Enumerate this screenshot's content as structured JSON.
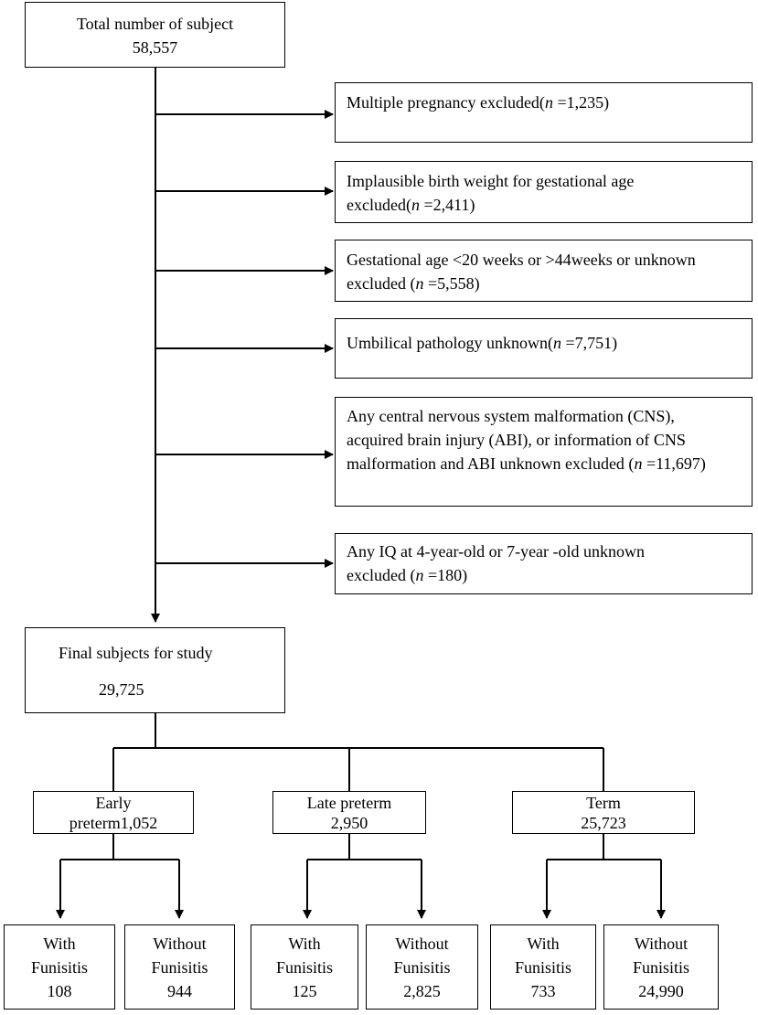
{
  "total": {
    "label": "Total number of subject",
    "count": "58,557"
  },
  "exclusions": [
    {
      "pre": "Multiple pregnancy excluded(",
      "n_label": "n",
      "post": " =1,235)"
    },
    {
      "pre": "Implausible birth weight for gestational age excluded(",
      "n_label": "n",
      "post": " =2,411)"
    },
    {
      "pre": "Gestational age <20 weeks or >44weeks or unknown excluded (",
      "n_label": "n",
      "post": " =5,558)"
    },
    {
      "pre": "Umbilical pathology unknown(",
      "n_label": "n",
      "post": " =7,751)"
    },
    {
      "pre": "Any central nervous system malformation (CNS), acquired brain injury (ABI), or information of CNS malformation and ABI unknown excluded (",
      "n_label": "n",
      "post": " =11,697)"
    },
    {
      "pre": "Any IQ at 4-year-old or 7-year -old unknown excluded (",
      "n_label": "n",
      "post": " =180)"
    }
  ],
  "final": {
    "label": "Final subjects for study",
    "count": "29,725"
  },
  "groups": [
    {
      "line1": "Early",
      "line2": "preterm1,052",
      "with": {
        "line1": "With",
        "line2": "Funisitis",
        "count": "108"
      },
      "without": {
        "line1": "Without",
        "line2": "Funisitis",
        "count": "944"
      }
    },
    {
      "line1": "Late preterm",
      "line2": "2,950",
      "with": {
        "line1": "With",
        "line2": "Funisitis",
        "count": "125"
      },
      "without": {
        "line1": "Without",
        "line2": "Funisitis",
        "count": "2,825"
      }
    },
    {
      "line1": "Term",
      "line2": "25,723",
      "with": {
        "line1": "With",
        "line2": "Funisitis",
        "count": "733"
      },
      "without": {
        "line1": "Without",
        "line2": "Funisitis",
        "count": "24,990"
      }
    }
  ]
}
